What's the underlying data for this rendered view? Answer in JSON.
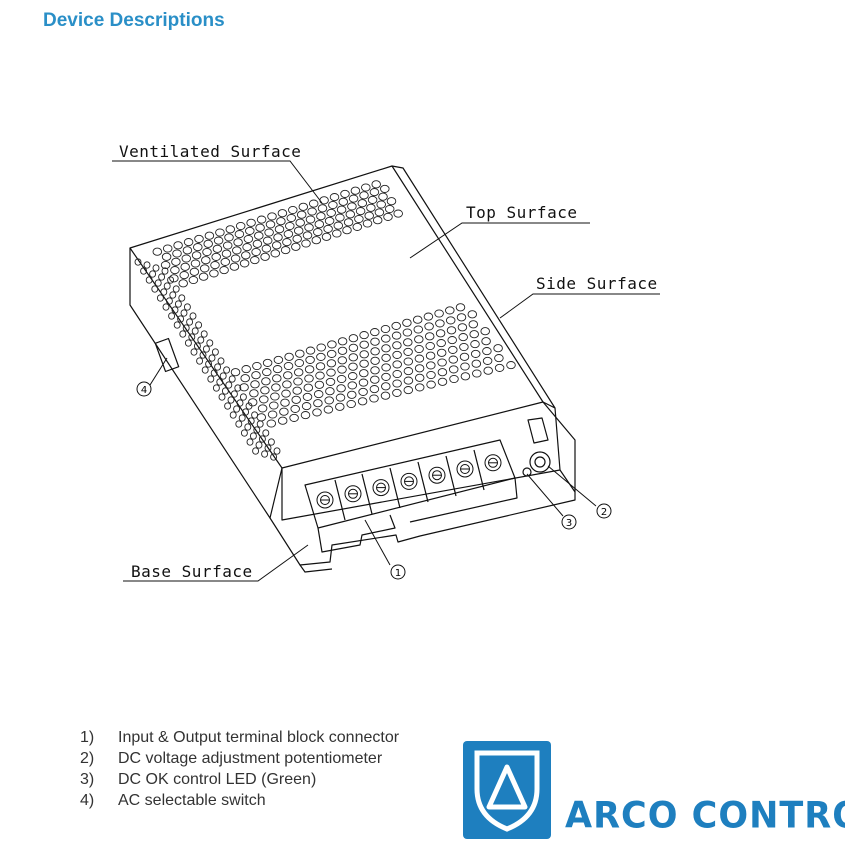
{
  "page_title": "Device Descriptions",
  "diagram": {
    "labels": {
      "ventilated": "Ventilated Surface",
      "top": "Top Surface",
      "side": "Side Surface",
      "base": "Base Surface"
    },
    "callouts": [
      "1",
      "2",
      "3",
      "4"
    ]
  },
  "legend": [
    {
      "num": "1)",
      "text": "Input & Output terminal block connector"
    },
    {
      "num": "2)",
      "text": "DC voltage adjustment potentiometer"
    },
    {
      "num": "3)",
      "text": "DC OK control LED (Green)"
    },
    {
      "num": "4)",
      "text": "AC selectable switch"
    }
  ],
  "logo": {
    "text": "ARCO CONTROL",
    "color": "#1e7fbf"
  },
  "colors": {
    "title": "#2a8fc7",
    "line": "#111111"
  }
}
